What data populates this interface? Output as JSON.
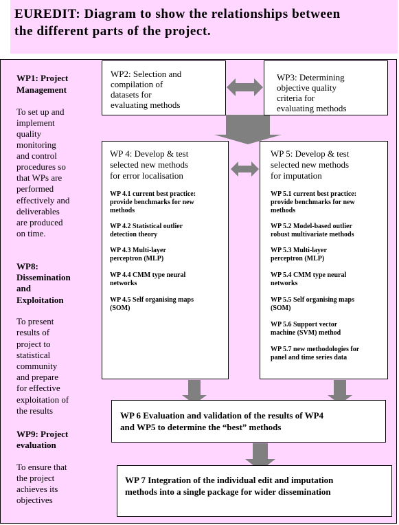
{
  "title": {
    "line1": "EUREDIT:  Diagram to show the relationships between",
    "line2": "the different parts of the project."
  },
  "left_column": {
    "wp1_heading_1": "WP1: Project",
    "wp1_heading_2": "Management",
    "wp1_text": [
      "To set up and",
      "implement",
      "quality",
      "monitoring",
      "and control",
      "procedures so",
      "that WPs are",
      "performed",
      "effectively and",
      "deliverables",
      "are produced",
      "on time."
    ],
    "wp8_heading": [
      "WP8:",
      "Dissemination",
      "and",
      "Exploitation"
    ],
    "wp8_text": [
      "To present",
      "results of",
      "project to",
      "statistical",
      "community",
      "and prepare",
      "for effective",
      "exploitation of",
      "the results"
    ],
    "wp9_heading_1": "WP9: Project",
    "wp9_heading_2": "evaluation",
    "wp9_text": [
      "To ensure that",
      "the project",
      "achieves its",
      "objectives"
    ]
  },
  "wp2": {
    "lines": [
      "WP2: Selection and",
      "compilation of",
      "datasets for",
      "evaluating methods"
    ]
  },
  "wp3": {
    "lines": [
      "WP3: Determining",
      "objective quality",
      "criteria for",
      "evaluating methods"
    ]
  },
  "wp4": {
    "heading": [
      "WP 4: Develop & test",
      "selected new methods",
      "for error localisation"
    ],
    "items": [
      [
        "WP 4.1 current best practice:",
        "provide benchmarks for new",
        "methods"
      ],
      [
        "WP 4.2 Statistical outlier",
        "detection theory"
      ],
      [
        "WP 4.3 Multi-layer",
        "perceptron (MLP)"
      ],
      [
        "WP 4.4 CMM type neural",
        "networks"
      ],
      [
        "WP 4.5 Self organising maps",
        "(SOM)"
      ]
    ]
  },
  "wp5": {
    "heading": [
      "WP 5: Develop & test",
      "selected new methods",
      "for imputation"
    ],
    "items": [
      [
        "WP 5.1 current best practice:",
        "provide benchmarks for new",
        "methods"
      ],
      [
        "WP 5.2 Model-based outlier",
        "robust multivariate methods"
      ],
      [
        "WP 5.3 Multi-layer",
        "perceptron (MLP)"
      ],
      [
        "WP 5.4 CMM type neural",
        "networks"
      ],
      [
        "WP 5.5 Self organising maps",
        "(SOM)"
      ],
      [
        "WP 5.6 Support vector",
        "machine (SVM) method"
      ],
      [
        "WP 5.7 new methodologies for",
        "panel and time series data"
      ]
    ]
  },
  "wp6": {
    "lines": [
      "WP 6 Evaluation and validation of the results of WP4",
      "and WP5 to determine the “best” methods"
    ]
  },
  "wp7": {
    "lines": [
      "WP 7 Integration of the individual edit and imputation",
      "methods into a single package for wider dissemination"
    ]
  },
  "colors": {
    "background_panel": "#ffd6ff",
    "arrow": "#808080",
    "box": "#ffffff"
  }
}
